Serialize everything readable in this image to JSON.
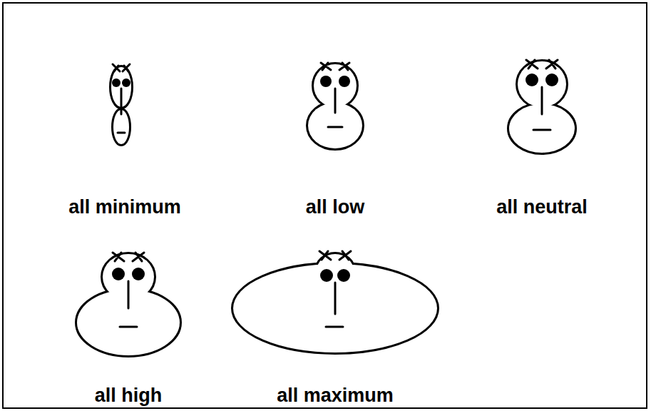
{
  "diagram": {
    "labels": [
      "all minimum",
      "all low",
      "all neutral",
      "all high",
      "all maximum"
    ]
  }
}
